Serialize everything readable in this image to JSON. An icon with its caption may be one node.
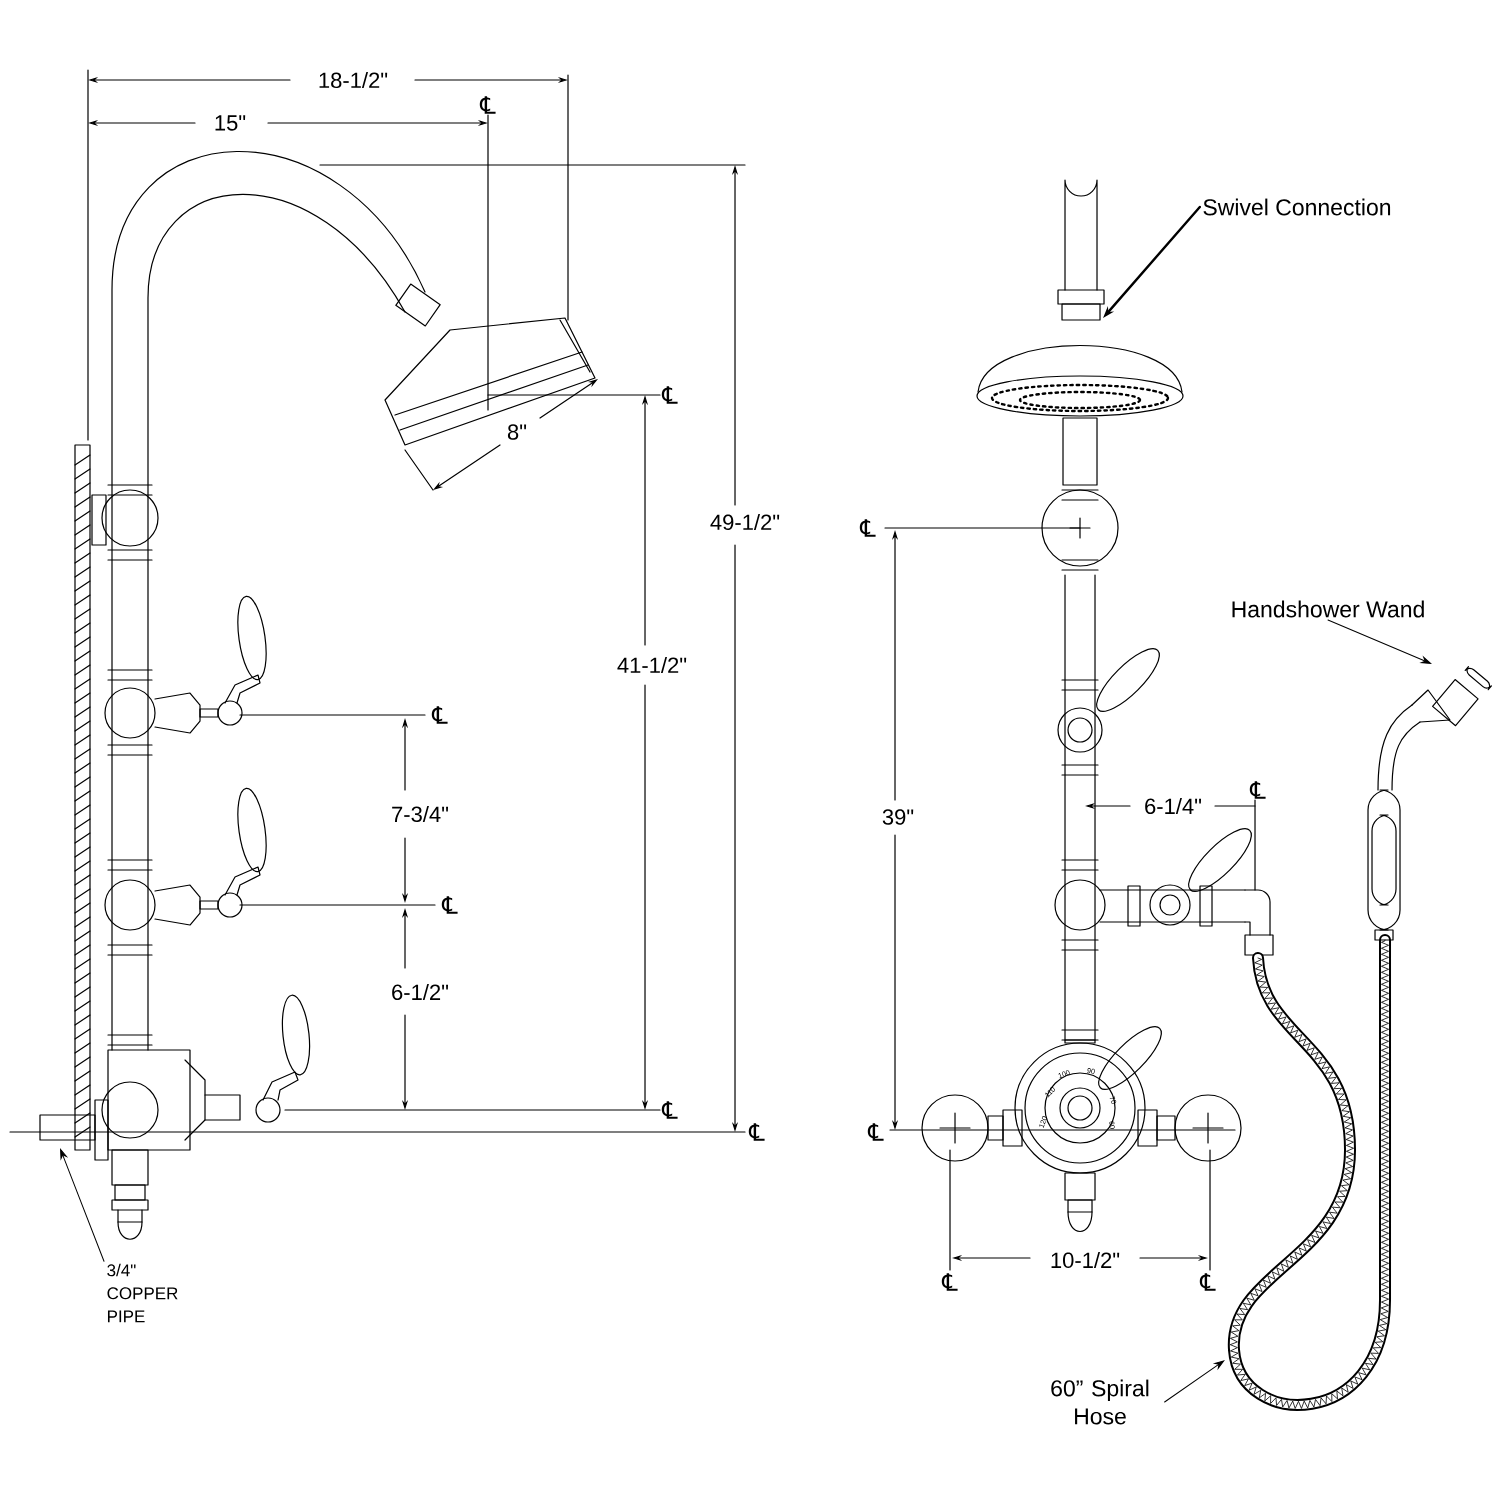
{
  "diagram": {
    "nodes": [
      {
        "text": [
          "Swivel Connection"
        ]
      },
      {
        "text": [
          "Handshower Wand"
        ]
      },
      {
        "text": [
          "60” Spiral Hose"
        ]
      },
      {
        "text": [
          "3/4\" COPPER PIPE"
        ]
      }
    ],
    "edges": [
      {
        "from": 0,
        "to": null,
        "arrow": "to"
      },
      {
        "from": 1,
        "to": null,
        "arrow": "to"
      },
      {
        "from": 2,
        "to": null,
        "arrow": "to"
      },
      {
        "from": 3,
        "to": null,
        "arrow": "to"
      }
    ],
    "labels": [
      "18-1/2\"",
      "℄",
      "15\"",
      "℄",
      "8\"",
      "49-1/2\"",
      "41-1/2\"",
      "℄",
      "7-3/4\"",
      "℄",
      "6-1/2\"",
      "℄",
      "℄",
      "℄",
      "39\"",
      "℄",
      "6-1/4\"",
      "120",
      "110",
      "100",
      "90",
      "70",
      "60",
      "℄",
      "10-1/2\"",
      "℄",
      "℄"
    ]
  }
}
